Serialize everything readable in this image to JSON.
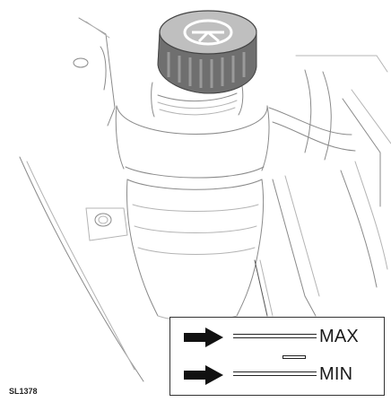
{
  "figure": {
    "code": "SL1378"
  },
  "legend": {
    "max_label": "MAX",
    "min_label": "MIN"
  }
}
